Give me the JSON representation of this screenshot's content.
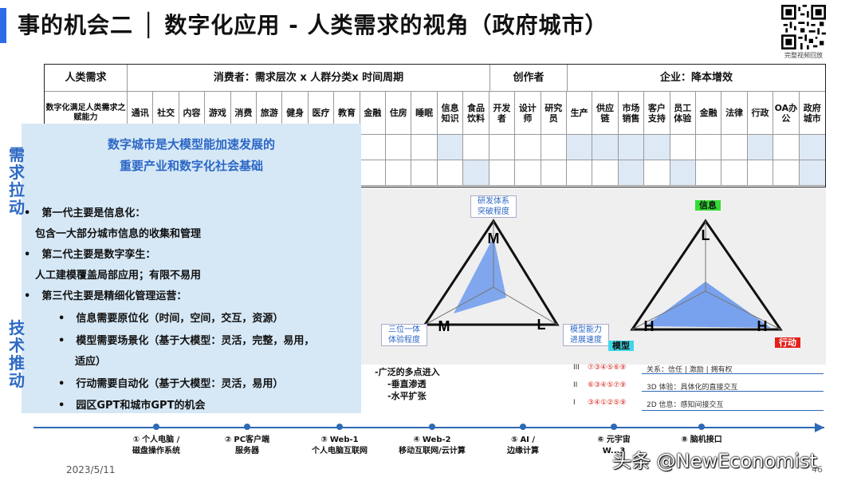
{
  "header": {
    "title": "事的机会二 │ 数字化应用 - 人类需求的视角（政府城市）",
    "qr_caption": "完整视频回放"
  },
  "table": {
    "corner_label": "人类需求",
    "groups": [
      {
        "label": "消费者：需求层次 x 人群分类x 时间周期"
      },
      {
        "label": "创作者"
      },
      {
        "label": "企业：降本增效"
      }
    ],
    "row_label": "数字化满足人类需求之赋能力",
    "columns": [
      "通讯",
      "社交",
      "内容",
      "游戏",
      "消费",
      "旅游",
      "健身",
      "医疗",
      "教育",
      "金融",
      "住房",
      "睡眠",
      "信息知识",
      "食品饮料",
      "开发者",
      "设计师",
      "研究员",
      "生产",
      "供应链",
      "市场销售",
      "客户支持",
      "员工体验",
      "金融",
      "法律",
      "行政",
      "OA办公",
      "政府城市"
    ]
  },
  "overlay": {
    "title_line1": "数字城市是大模型能加速发展的",
    "title_line2": "重要产业和数字化社会基础",
    "side_top": "需求拉动",
    "side_bottom": "技术推动",
    "items": [
      {
        "bullet": "•",
        "text": "第一代主要是信息化："
      },
      {
        "bullet": "",
        "text": "包含一大部分城市信息的收集和管理"
      },
      {
        "bullet": "•",
        "text": "第二代主要是数字孪生："
      },
      {
        "bullet": "",
        "text": "人工建模覆盖局部应用；有限不易用"
      },
      {
        "bullet": "•",
        "text": "第三代主要是精细化管理运营："
      },
      {
        "bullet": "•",
        "text": "信息需要原位化（时间，空间，交互，资源）"
      },
      {
        "bullet": "•",
        "text": "模型需要场景化（基于大模型：灵活，完整，易用，"
      },
      {
        "bullet": "",
        "text": "适应）"
      },
      {
        "bullet": "•",
        "text": "行动需要自动化（基于大模型：灵活，易用）"
      },
      {
        "bullet": "•",
        "text": "园区GPT和城市GPT的机会"
      }
    ]
  },
  "diagram_left": {
    "top_letter": "M",
    "left_letter": "M",
    "right_letter": "L",
    "top_label": "研发体系\n突破程度",
    "left_label": "三位一体\n体验程度"
  },
  "diagram_right": {
    "top_letter": "L",
    "left_letter": "H",
    "right_letter": "H",
    "top_tag": "信息",
    "left_label": "模型能力\n进展速度",
    "left_tag": "模型",
    "right_tag": "行动"
  },
  "middle_notes": [
    "-广泛的多点进入",
    "-垂直渗透",
    "-水平扩张"
  ],
  "levels": [
    {
      "roman": "III",
      "circles": "⑦③④⑤⑥⑨",
      "text": "关系：信任 | 激励 | 拥有权"
    },
    {
      "roman": "II",
      "circles": "⑥③④⑤⑦⑨",
      "text": "3D 体验：具体化的直接交互"
    },
    {
      "roman": "I",
      "circles": "③④①②⑤⑨",
      "text": "2D 信息：感知间接交互"
    }
  ],
  "timeline": [
    {
      "num": "①",
      "line1": "个人电脑 /",
      "line2": "磁盘操作系统"
    },
    {
      "num": "②",
      "line1": "PC客户端",
      "line2": "服务器"
    },
    {
      "num": "③",
      "line1": "Web-1",
      "line2": "个人电脑互联网"
    },
    {
      "num": "④",
      "line1": "Web-2",
      "line2": "移动互联网/云计算"
    },
    {
      "num": "⑤",
      "line1": "AI /",
      "line2": "边缘计算"
    },
    {
      "num": "⑥",
      "line1": "元宇宙",
      "line2": "W...3"
    },
    {
      "num": "⑧",
      "line1": "脑机接口",
      "line2": ""
    }
  ],
  "footer": {
    "date": "2023/5/11",
    "page": "46",
    "watermark": "头条 @NewEconomist"
  },
  "colors": {
    "accent": "#2e6be6",
    "overlay_bg": "#d6e8f6",
    "title_blue": "#2c67c5",
    "tag_green": "#33dd33",
    "tag_red": "#e3201b",
    "tag_cyan": "#3fd7e8",
    "fill_blue": "#5b8fee"
  }
}
